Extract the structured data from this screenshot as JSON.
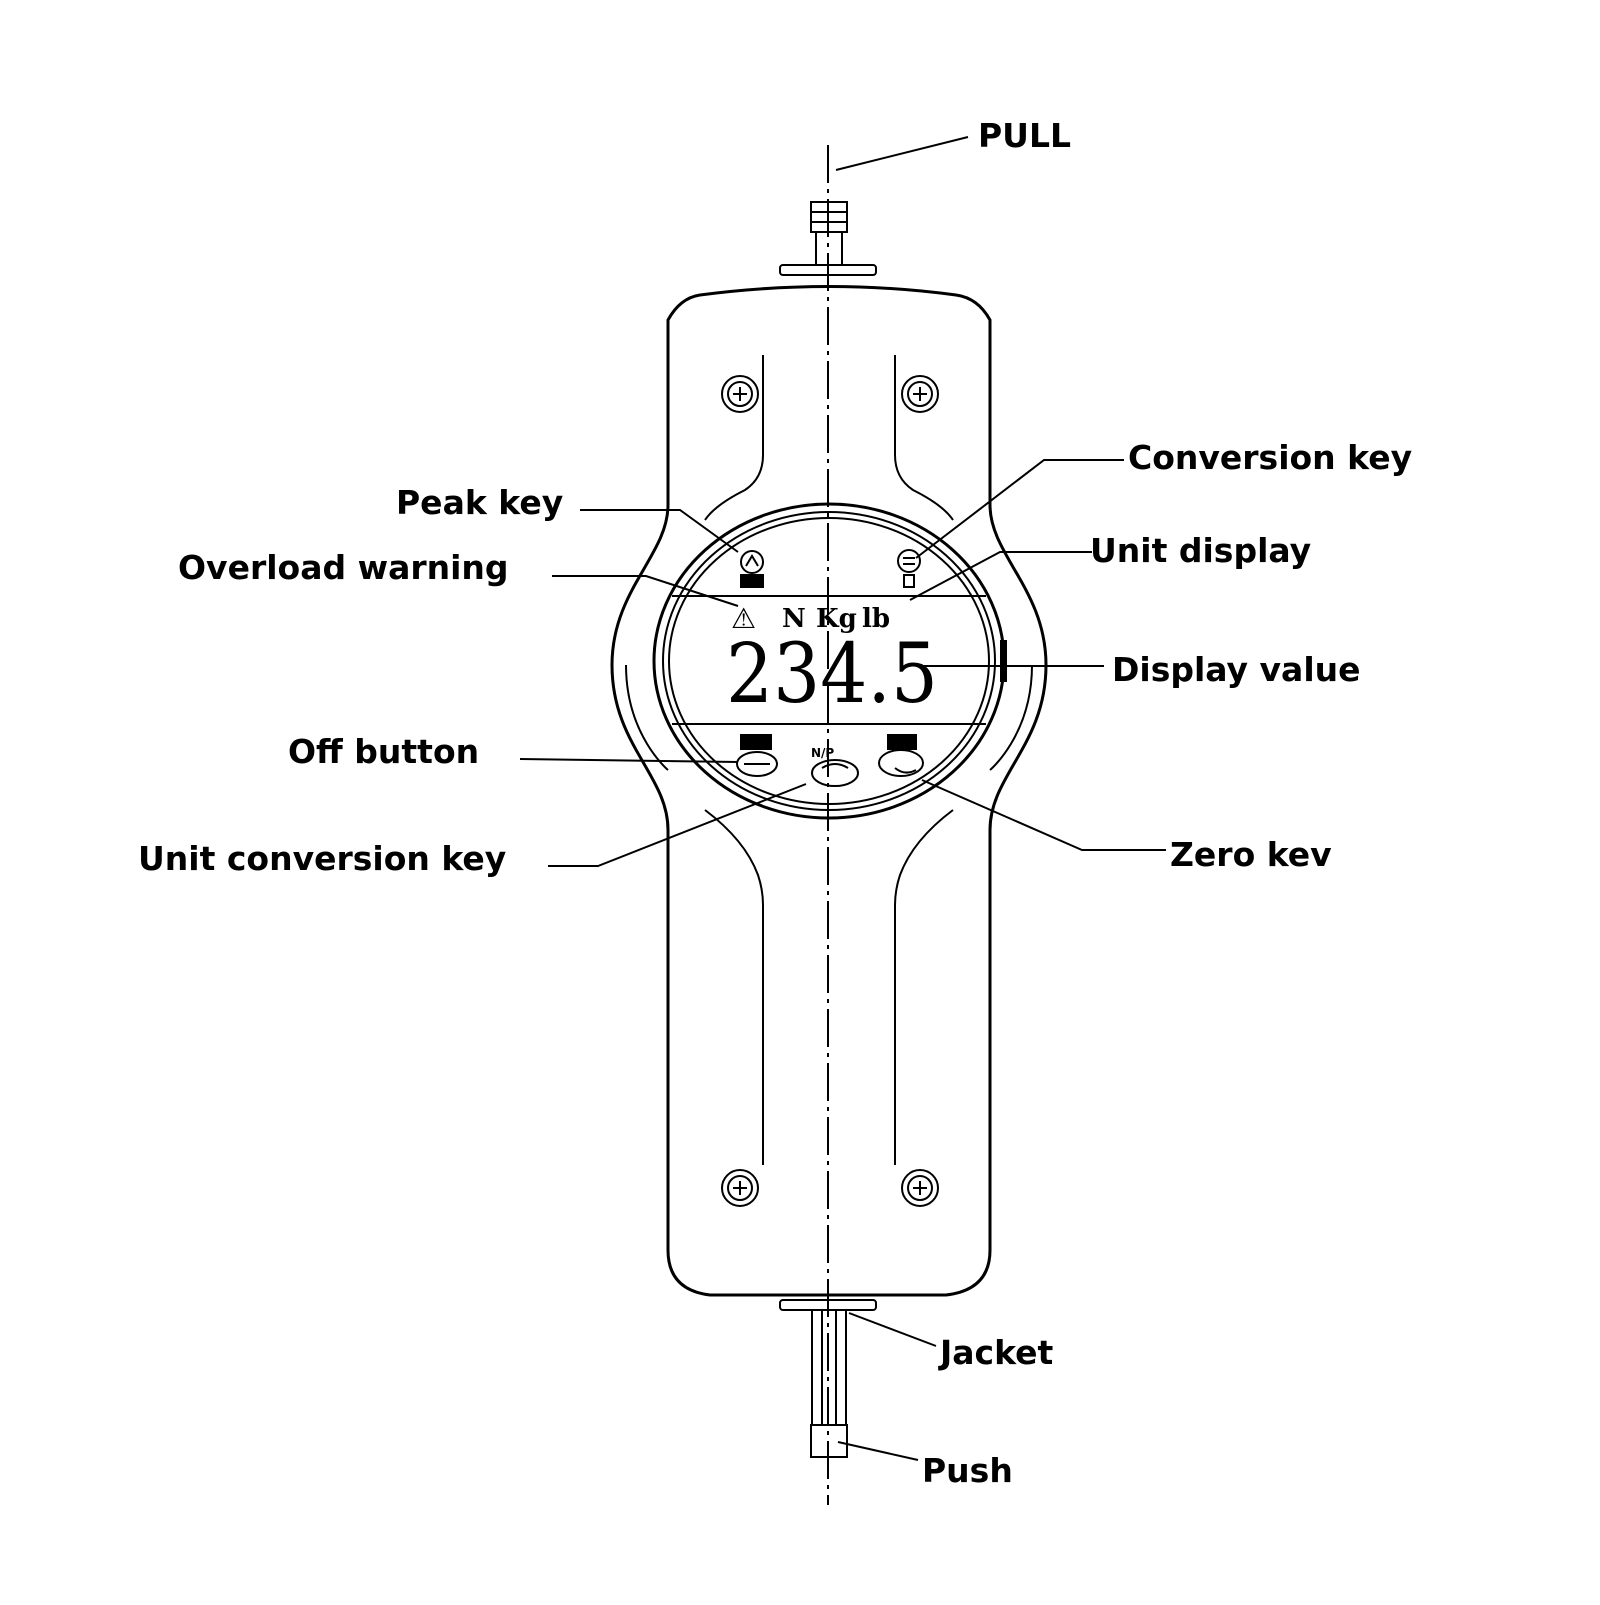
{
  "labels": {
    "pull": "PULL",
    "conversion_key": "Conversion key",
    "peak_key": "Peak key",
    "unit_display": "Unit display",
    "overload_warning": "Overload warning",
    "display_value": "Display value",
    "off_button": "Off button",
    "unit_conversion_key": "Unit conversion key",
    "zero_key": "Zero kev",
    "jacket": "Jacket",
    "push": "Push"
  },
  "lcd": {
    "value": "234.5",
    "unit_n": "N",
    "unit_kg": "Kg",
    "unit_lb": "lb",
    "warning_symbol": "⚠",
    "unit_key_mark": "N/P"
  },
  "icons": {
    "screw": "screw-icon",
    "peak": "peak-key-icon",
    "conversion": "conversion-key-icon",
    "warning": "warning-triangle-icon",
    "off": "power-off-icon",
    "unit": "unit-key-icon",
    "zero": "zero-key-icon"
  },
  "colors": {
    "ink": "#000000",
    "paper": "#ffffff"
  }
}
